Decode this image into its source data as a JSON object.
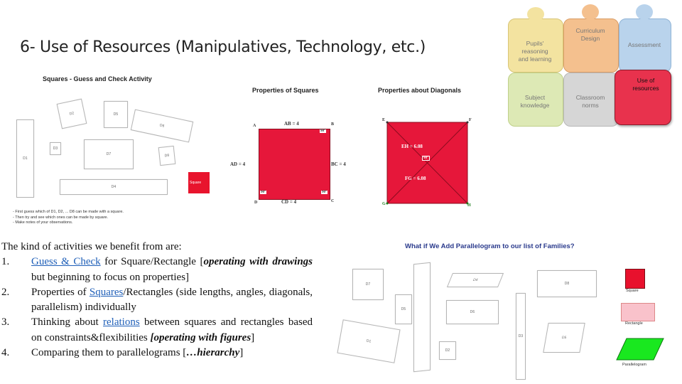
{
  "slide": {
    "title": "6- Use of Resources (Manipulatives, Technology, etc.)"
  },
  "guess_check": {
    "title": "Squares - Guess and Check Activity",
    "labels": [
      "D2",
      "D5",
      "D1",
      "D3",
      "D7",
      "D6",
      "D8",
      "D4"
    ],
    "red_label": "Square",
    "notes": [
      "- First guess which of D1, D2, ... D8 can be made with a square.",
      "- Then try and see which ones can be made by square.",
      "- Make notes of your observations."
    ]
  },
  "squares": {
    "title": "Properties of Squares",
    "top": "AB = 4",
    "left": "AD = 4",
    "right": "BC = 4",
    "bottom": "CD = 4",
    "angle": "90°",
    "vertices": [
      "A",
      "B",
      "C",
      "D"
    ]
  },
  "diagonals": {
    "title": "Properties about Diagonals",
    "eh": "EH = 6.08",
    "fg": "FG = 6.08",
    "angle": "90°",
    "vertices": [
      "E",
      "F",
      "G",
      "H"
    ]
  },
  "puzzle": {
    "pieces": [
      {
        "label": "Pupils' reasoning and learning",
        "color": "#f3e3a0"
      },
      {
        "label": "Curriculum Design",
        "color": "#f4c08e"
      },
      {
        "label": "Assessment",
        "color": "#b9d3ec"
      },
      {
        "label": "Subject knowledge",
        "color": "#dde9b5"
      },
      {
        "label": "Classroom norms",
        "color": "#d6d6d6"
      },
      {
        "label": "Use of resources",
        "color": "#e8324d"
      }
    ]
  },
  "activities": {
    "intro": "The kind of activities we benefit from are:",
    "items": [
      {
        "num": "1.",
        "link": "Guess & Check",
        "a": " for Square/Rectangle [",
        "b": "operating with drawings",
        "c": " but beginning to focus on properties]"
      },
      {
        "num": "2.",
        "a": "Properties of ",
        "link": "Squares",
        "b": "/Rectangles (side lengths, angles, diagonals, parallelism) individually"
      },
      {
        "num": "3.",
        "a": "Thinking about ",
        "link": "relations",
        "b": " between squares and rectangles based on constraints&flexibilities ",
        "c": "[operating with figures",
        "d": "]"
      },
      {
        "num": "4.",
        "a": "Comparing them to parallelograms [",
        "b": "…hierarchy",
        "c": "]"
      }
    ]
  },
  "parallelogram": {
    "title": "What if We Add Parallelogram to our list of Families?",
    "labels": [
      "D7",
      "D4",
      "D8",
      "D5",
      "D6",
      "D3",
      "D1",
      "D2",
      "D5"
    ],
    "legend": [
      "Square",
      "Rectangle",
      "Parallelogram"
    ],
    "colors": {
      "square": "#e8112d",
      "rectangle": "#f9c2cb",
      "parallelogram": "#19e81f"
    }
  }
}
